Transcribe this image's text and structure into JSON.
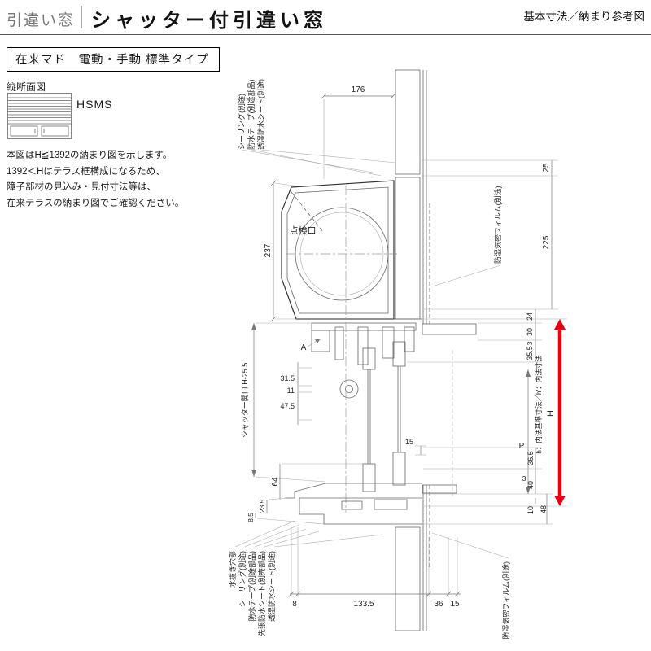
{
  "header": {
    "category": "引違い窓",
    "title": "シャッター付引違い窓",
    "corner_note": "基本寸法／納まり参考図"
  },
  "subheader": {
    "label": "在来マド　電動・手動 標準タイプ"
  },
  "sidebar": {
    "section_label": "縦断面図",
    "model_code": "HSMS",
    "note_lines": [
      "本図はH≦1392の納まり図を示します。",
      "1392＜Hはテラス框構成になるため、",
      "障子部材の見込み・見付寸法等は、",
      "在来テラスの納まり図でご確認ください。"
    ]
  },
  "drawing": {
    "accent_color": "#e60012",
    "labels": {
      "sealing_top": "シーリング(別途)",
      "waterproof_tape_top": "防水テープ(別途部品)",
      "breathable_sheet_top": "透湿防水シート(別途)",
      "vapor_film_right": "防湿気密フィルム(別途)",
      "inspection_port": "点検口",
      "shutter_opening": "シャッター開口 H-25.5",
      "inner_dim_note": "h：内法基準寸法／h'：内法寸法",
      "overall_height": "H",
      "p_dim": "P",
      "a_ref": "A",
      "drain_hole": "水抜き穴部",
      "sealing_bottom": "シーリング(別途)",
      "waterproof_tape_bottom": "防水テープ(別途部品)",
      "pre_applied_sheet_bottom": "先張防水シート(別売部品)",
      "breathable_sheet_bottom": "透湿防水シート(別途)",
      "vapor_film_bottom": "防湿気密フィルム(別途)"
    },
    "dimensions": {
      "top_176": "176",
      "left_237": "237",
      "right_25": "25",
      "right_225": "225",
      "right_24": "24",
      "right_30": "30",
      "right_3_upper": "3",
      "right_35_5": "35.5",
      "left_31_5": "31.5",
      "left_11": "11",
      "left_47_5": "47.5",
      "mid_15": "15",
      "left_64": "64",
      "left_23_5": "23.5",
      "left_8_5": "8.5",
      "right_36_5": "36.5",
      "right_3_lower": "3",
      "right_40": "40",
      "right_10": "10",
      "right_48": "48",
      "bottom_8": "8",
      "bottom_133_5": "133.5",
      "bottom_36": "36",
      "bottom_15": "15"
    }
  }
}
